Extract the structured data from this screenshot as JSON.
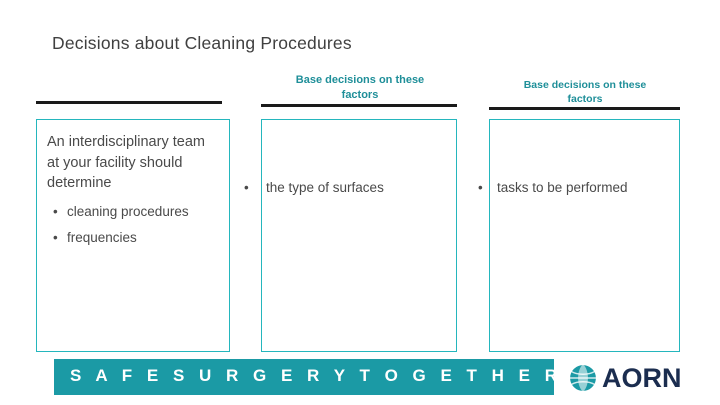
{
  "slide": {
    "title": "Decisions about Cleaning Procedures",
    "columns": [
      {
        "heading": "",
        "lead": "An interdisciplinary team at your facility should determine",
        "bullets": [
          "cleaning procedures",
          "frequencies"
        ]
      },
      {
        "heading_line1": "Base decisions on these",
        "heading_line2": "factors",
        "bullets": [
          "the type of surfaces"
        ]
      },
      {
        "heading_line1": "Base decisions on these",
        "heading_line2": "factors",
        "bullets": [
          "tasks to be performed"
        ]
      }
    ],
    "footer": {
      "banner_text": "S A F E   S U R G E R Y   T O G E T H E R",
      "logo_text": "AORN"
    },
    "colors": {
      "teal_border": "#24b6bd",
      "teal_heading": "#1f8f99",
      "banner_bg": "#1b9aa5",
      "logo_navy": "#1b2d4f",
      "rule_black": "#1a1a1a",
      "body_text": "#4a4a4a"
    },
    "bullet_glyph": "•"
  }
}
